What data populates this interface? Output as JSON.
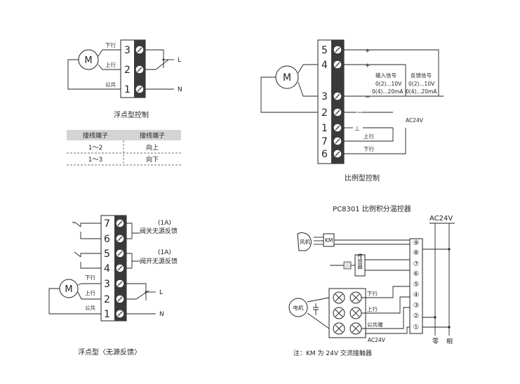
{
  "diag1": {
    "motor": "M",
    "terminals": [
      "3",
      "2",
      "1"
    ],
    "wires": [
      "下行",
      "上行",
      "公共"
    ],
    "outputs": [
      "L",
      "N"
    ],
    "caption": "浮点型控制"
  },
  "table": {
    "headers": [
      "接线端子",
      "接线端子"
    ],
    "rows": [
      [
        "1～2",
        "向上"
      ],
      [
        "1～3",
        "向下"
      ]
    ],
    "header_color": "#d4d4d4"
  },
  "diag2": {
    "motor": "M",
    "terminals": [
      "5",
      "4",
      "3",
      "2",
      "1",
      "7",
      "6"
    ],
    "input_signal": [
      "输入信号",
      "0(2)...10V",
      "0(4)...20mA"
    ],
    "feedback_signal": [
      "反馈信号",
      "0(2)...10V",
      "0(4)...20mA"
    ],
    "signs": [
      "+",
      "+",
      "−",
      "~",
      "⊥"
    ],
    "ac": "AC24V",
    "up": "上行",
    "down": "下行",
    "caption": "比例型控制"
  },
  "diag3": {
    "motor": "M",
    "terminals": [
      "7",
      "6",
      "5",
      "4",
      "3",
      "2",
      "1"
    ],
    "feedback_close": [
      "(1A)",
      "阀关无源反馈"
    ],
    "feedback_open": [
      "(1A)",
      "阀开无源反馈"
    ],
    "wires": [
      "下行",
      "上行",
      "公共"
    ],
    "outputs": [
      "L",
      "N"
    ],
    "caption": "浮点型〈无源反馈〉"
  },
  "diag4": {
    "title": "PC8301 比例积分温控器",
    "ac": "AC24V",
    "fan": "风机",
    "km": "KM",
    "sensor": "传感器",
    "motor": "电机",
    "down": "下行",
    "up": "上行",
    "common": "公共端",
    "ac_bottom": "AC24V",
    "terminals": [
      "⑨",
      "⑧",
      "⑦",
      "⑥",
      "⑤",
      "④",
      "③",
      "②",
      "①"
    ],
    "zero": "零",
    "phase": "相",
    "note": "注：KM 为 24V 交流接触器"
  }
}
